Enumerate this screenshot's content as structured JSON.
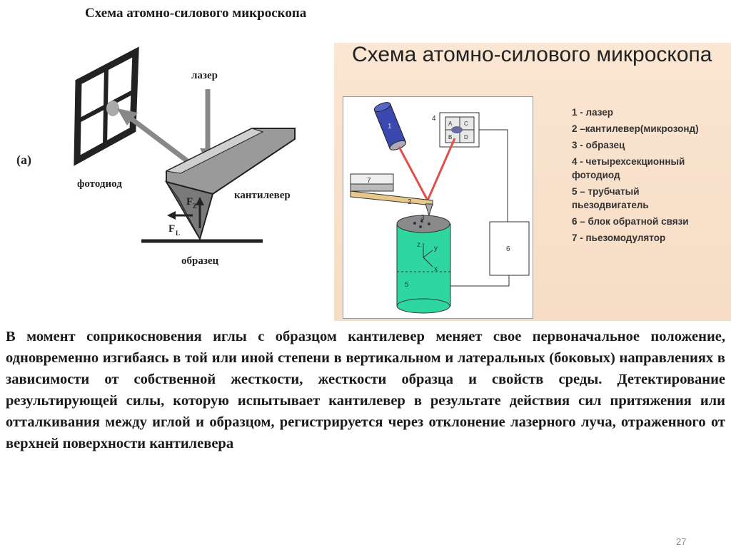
{
  "slide_title": "Схема атомно-силового микроскопа",
  "left_figure": {
    "panel_label": "(a)",
    "labels": {
      "laser": "лазер",
      "photodiode": "фотодиод",
      "cantilever": "кантилевер",
      "sample": "образец",
      "force_z": "F",
      "force_z_sub": "Z",
      "force_l": "F",
      "force_l_sub": "L"
    }
  },
  "right_panel": {
    "title": "Схема атомно-силового микроскопа",
    "diagram_numbers": [
      "1",
      "2",
      "3",
      "4",
      "5",
      "6",
      "7"
    ],
    "quadrant_letters": [
      "A",
      "C",
      "B",
      "D"
    ],
    "axis_labels": {
      "z": "z",
      "y": "y",
      "x": "x"
    },
    "legend": [
      "1 - лазер",
      "2 –кантилевер(микрозонд)",
      "3 - образец",
      "4 - четырехсекционный фотодиод",
      "5 – трубчатый пьезодвигатель",
      "6 – блок обратной связи",
      "7 - пьезомодулятор"
    ]
  },
  "body_text": "В момент соприкосновения иглы с образцом кантилевер меняет свое первоначальное положение, одновременно изгибаясь в той или иной степени в вертикальном и латеральных (боковых) направлениях в зависимости от собственной жесткости, жесткости образца и свойств среды. Детектирование результирующей силы, которую испытывает кантилевер в результате действия сил притяжения или отталкивания между иглой и образцом, регистрируется через отклонение лазерного луча, отраженного от верхней поверхности кантилевера",
  "page_number": "27",
  "colors": {
    "panel_bg": "#f8e0c9",
    "cylinder": "#2fd7a0",
    "cantilever": "#e8c98a",
    "beam": "#e0504a"
  }
}
